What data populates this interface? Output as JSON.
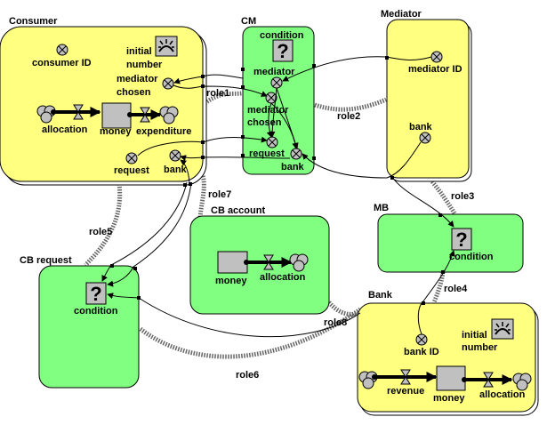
{
  "colors": {
    "agent": "#ffff80",
    "role_env": "#80ff80",
    "shape": "#c0c0c0",
    "outline": "#000000"
  },
  "modules": {
    "consumer": {
      "title": "Consumer",
      "consumer_id": "consumer ID",
      "initial_number_1": "initial",
      "initial_number_2": "number",
      "mediator_chosen_1": "mediator",
      "mediator_chosen_2": "chosen",
      "allocation": "allocation",
      "money": "money",
      "expenditure": "expenditure",
      "request": "request",
      "bank": "bank"
    },
    "cm": {
      "title": "CM",
      "condition": "condition",
      "mediator": "mediator",
      "mediator_chosen_1": "mediator",
      "mediator_chosen_2": "chosen",
      "request": "request",
      "bank": "bank"
    },
    "mediator": {
      "title": "Mediator",
      "mediator_id": "mediator ID",
      "bank": "bank"
    },
    "cb_account": {
      "title": "CB account",
      "money": "money",
      "allocation": "allocation"
    },
    "mb": {
      "title": "MB",
      "condition": "condition"
    },
    "cb_request": {
      "title": "CB request",
      "condition": "condition"
    },
    "bank": {
      "title": "Bank",
      "bank_id": "bank ID",
      "initial_number_1": "initial",
      "initial_number_2": "number",
      "revenue": "revenue",
      "money": "money",
      "allocation": "allocation"
    }
  },
  "roles": {
    "role1": "role1",
    "role2": "role2",
    "role3": "role3",
    "role4": "role4",
    "role5": "role5",
    "role6": "role6",
    "role7": "role7",
    "role8": "role8"
  },
  "icons": {
    "condition": "?"
  }
}
